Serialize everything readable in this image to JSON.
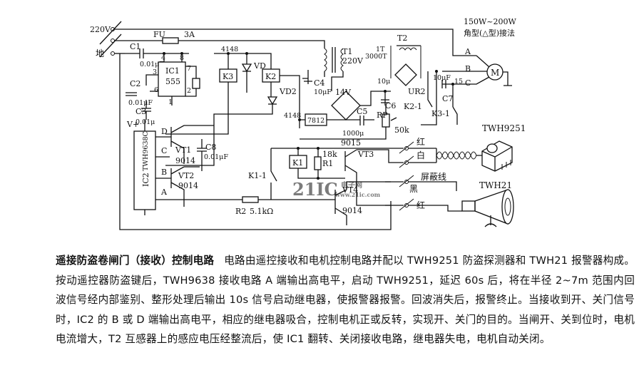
{
  "diagram": {
    "labels": {
      "v220": "220V",
      "ground": "地",
      "fu": "FU",
      "fu_rating": "3A",
      "power_spec": "150W~200W",
      "connection": "角型(△型)接法",
      "c1": "C1",
      "c1_val": "0.01μF",
      "ic1": "IC1",
      "ic1_type": "555",
      "c2": "C2",
      "c2_val": "0.01μF",
      "c3": "C3",
      "c3_val": "0.01μ",
      "k3": "K3",
      "k2": "K2",
      "vd": "VD",
      "vd2": "VD2",
      "d4148a": "4148",
      "d4148b": "4148",
      "c4": "C4",
      "c4_val": "10μF",
      "t1": "T1",
      "t1_val": "220V",
      "t2": "T2",
      "t2_turns": "3000T",
      "t2_primary": "1T",
      "bridge_v": "14V",
      "ur2": "UR2",
      "c5": "C5",
      "c5_val": "1000μ",
      "reg": "7812",
      "c6": "C6",
      "c6_val": "10μ",
      "rp": "RP",
      "rp_val": "50k",
      "c7": "C7",
      "c7_val": "10μF",
      "k2_1": "K2-1",
      "k3_1": "K3-1",
      "motor": "M",
      "phase_a": "A",
      "phase_b": "B",
      "phase_c": "C",
      "ic2": "IC2",
      "ic2_type": "TWH9638C",
      "vplus": "V+",
      "pin_d": "D",
      "pin_c": "C",
      "pin_b": "B",
      "pin_a": "A",
      "vt1": "VT1",
      "vt1_type": "9014",
      "vt2": "VT2",
      "vt2_type": "9014",
      "c8": "C8",
      "c8_val": "0.01μF",
      "k1": "K1",
      "k1_1": "K1-1",
      "r1": "R1",
      "r1_val": "18k",
      "vt3": "VT3",
      "vt3_type": "9015",
      "vt4": "VT4",
      "vt4_type": "9014",
      "r2": "R2",
      "r2_val": "5.1kΩ",
      "twh9251": "TWH9251",
      "twh21": "TWH21",
      "red1": "红",
      "white": "白",
      "shield": "屏蔽线",
      "black": "黑",
      "red2": "红",
      "pin4": "4",
      "pin8": "8",
      "pin7": "7",
      "pin3": "3",
      "pin2": "2",
      "pin6": "6",
      "pin1": "1",
      "pin15": "15"
    },
    "watermark": {
      "brand": "21IC",
      "cn": "电子网",
      "url": "www.21ic.com"
    }
  },
  "caption": {
    "title": "遥接防盗卷闸门（接收）控制电路",
    "body": "电路由遥控接收和电机控制电路并配以 TWH9251 防盗探测器和 TWH21 报警器构成。按动遥控器防盗键后，TWH9638 接收电路 A 端输出高电平，启动 TWH9251，延迟 60s 后，将在半径 2~7m 范围内回波信号经内部鉴别、整形处理后输出 10s 信号启动继电器，使报警器报警。回波消失后，报警终止。当接收到开、关门信号时，IC2 的 B 或 D 端输出高电平，相应的继电器吸合，控制电机正或反转，实现开、关门的目的。当闸开、关到位时，电机电流增大，T2 互感器上的感应电压经整流后，使 IC1 翻转、关闭接收电路，继电器失电，电机自动关闭。"
  }
}
